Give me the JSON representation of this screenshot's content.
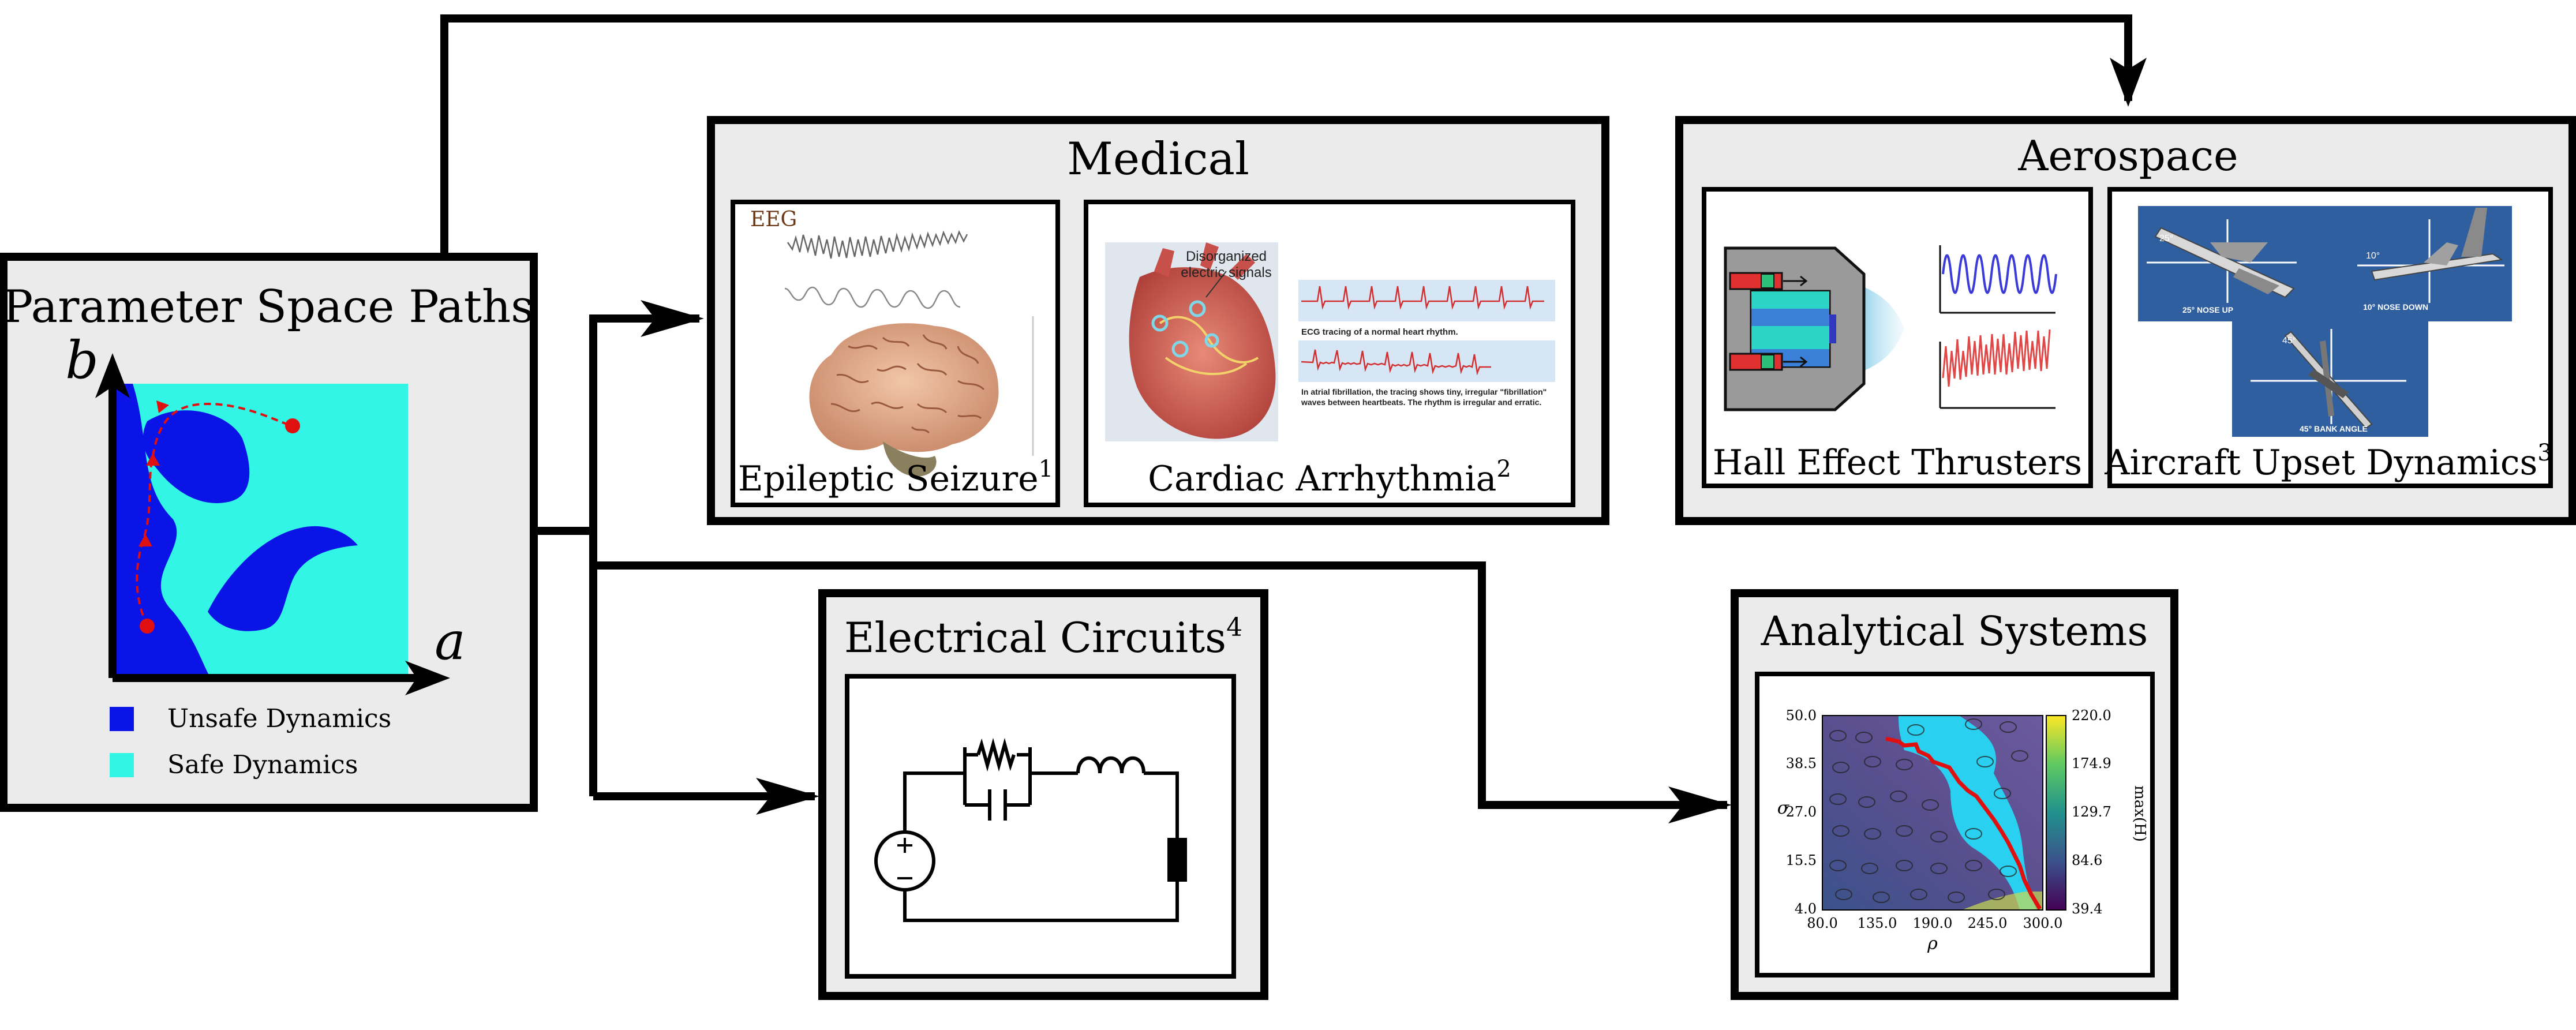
{
  "param_panel": {
    "title": "Parameter Space Paths",
    "axis_b": "b",
    "axis_a": "a",
    "legend": [
      {
        "label": "Unsafe Dynamics",
        "color": "#0a14e6"
      },
      {
        "label": "Safe Dynamics",
        "color": "#33f5e5"
      }
    ]
  },
  "medical": {
    "title": "Medical",
    "eeg_label": "EEG",
    "seizure_caption": "Epileptic Seizure",
    "seizure_ref": "1",
    "cardiac_caption": "Cardiac Arrhythmia",
    "cardiac_ref": "2",
    "heart_callout_line1": "Disorganized",
    "heart_callout_line2": "electric signals",
    "ecg_note1": "ECG tracing of a normal heart rhythm.",
    "ecg_note2_line1": "In atrial fibrillation, the tracing shows tiny, irregular \"fibrillation\"",
    "ecg_note2_line2": "waves between heartbeats. The rhythm is irregular and erratic."
  },
  "aerospace": {
    "title": "Aerospace",
    "thruster_caption": "Hall Effect Thrusters",
    "aircraft_caption": "Aircraft Upset Dynamics",
    "aircraft_ref": "3",
    "nose_up_label": "25° NOSE UP",
    "nose_down_label": "10° NOSE DOWN",
    "bank_label": "45° BANK ANGLE",
    "angle_up": "25°",
    "angle_down": "10°",
    "angle_bank": "45°"
  },
  "circuits": {
    "title": "Electrical Circuits",
    "title_ref": "4"
  },
  "analytical": {
    "title": "Analytical Systems",
    "y_label": "σ",
    "x_label": "ρ",
    "colorbar_label": "max(H)",
    "y_ticks": [
      "50.0",
      "38.5",
      "27.0",
      "15.5",
      "4.0"
    ],
    "x_ticks": [
      "80.0",
      "135.0",
      "190.0",
      "245.0",
      "300.0"
    ],
    "cb_ticks": [
      "220.0",
      "174.9",
      "129.7",
      "84.6",
      "39.4"
    ]
  },
  "colors": {
    "panel_fill": "#ebebeb",
    "border": "#000000",
    "unsafe": "#0a14e6",
    "safe": "#33f5e5",
    "path": "#e01010"
  }
}
